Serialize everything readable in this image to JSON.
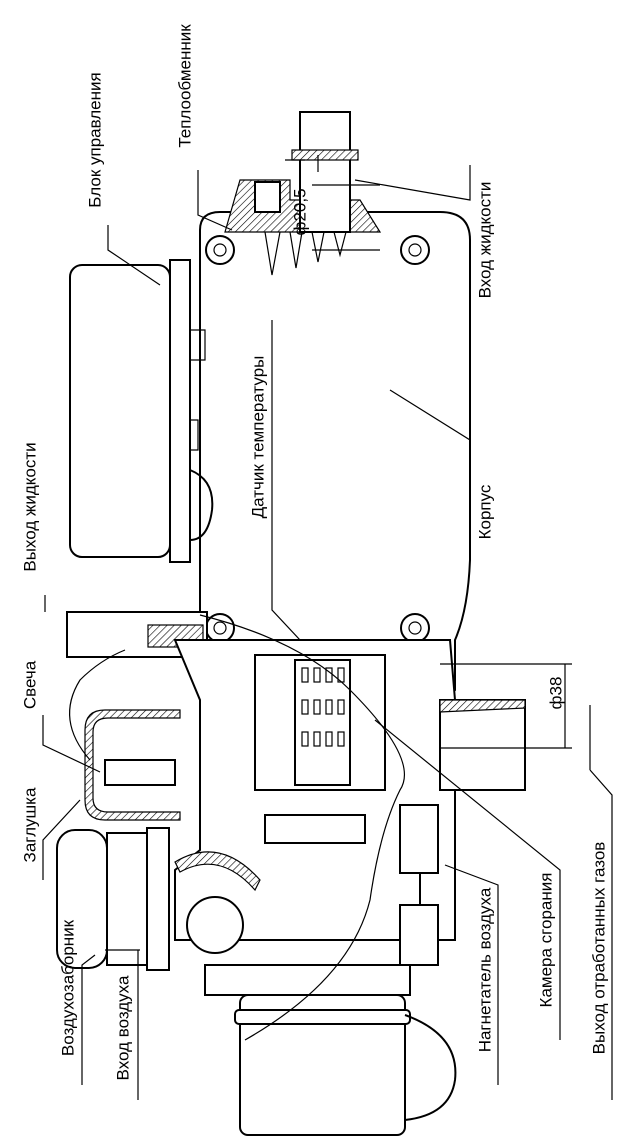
{
  "diagram": {
    "labels": {
      "control_unit": "Блок управления",
      "heat_exchanger": "Теплообменник",
      "inlet_diameter": "ф20,5",
      "liquid_inlet": "Вход жидкости",
      "housing": "Корпус",
      "temperature_sensor": "Датчик температуры",
      "liquid_outlet": "Выход жидкости",
      "glow_plug": "Свеча",
      "plug_cap": "Заглушка",
      "air_intake": "Воздухозаборник",
      "air_inlet": "Вход воздуха",
      "air_blower": "Нагнетатель воздуха",
      "combustion_chamber": "Камера сгорания",
      "exhaust_diameter": "ф38",
      "exhaust_outlet": "Выход отработанных газов"
    }
  }
}
